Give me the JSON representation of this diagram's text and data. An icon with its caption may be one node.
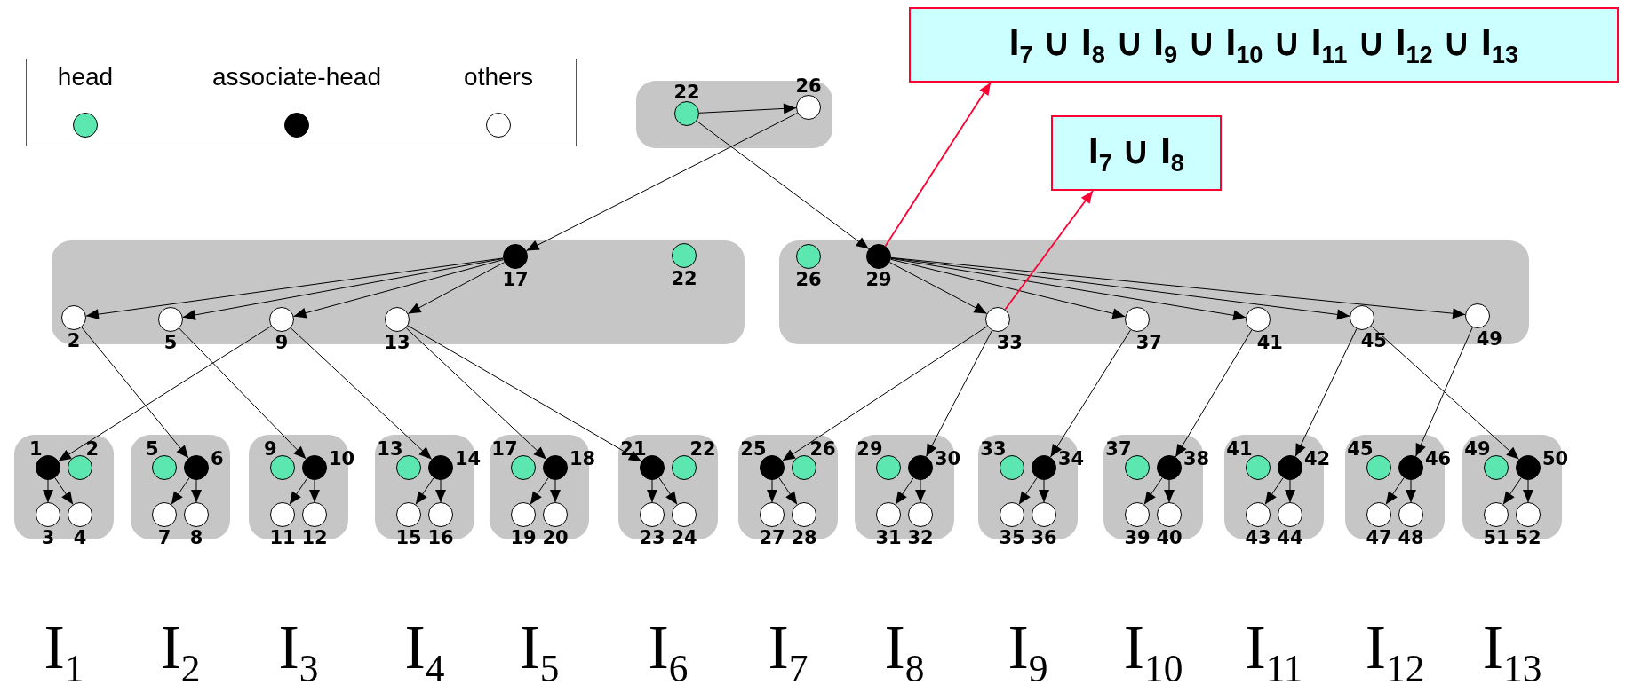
{
  "diagram": {
    "nodes": [
      {
        "text": [],
        "shape": "box"
      },
      {
        "text": [],
        "shape": "circle",
        "beside": [
          "22"
        ],
        "in": 0
      },
      {
        "text": [],
        "shape": "circle",
        "beside": [
          "26"
        ],
        "in": 0
      },
      {
        "text": [],
        "shape": "box"
      },
      {
        "text": [],
        "shape": "circle",
        "beside": [
          "17"
        ],
        "in": 3
      },
      {
        "text": [],
        "shape": "circle",
        "beside": [
          "22"
        ],
        "in": 3
      },
      {
        "text": [],
        "shape": "circle",
        "beside": [
          "2"
        ],
        "in": 3
      },
      {
        "text": [],
        "shape": "circle",
        "beside": [
          "5"
        ],
        "in": 3
      },
      {
        "text": [],
        "shape": "circle",
        "beside": [
          "9"
        ],
        "in": 3
      },
      {
        "text": [],
        "shape": "circle",
        "beside": [
          "13"
        ],
        "in": 3
      },
      {
        "text": [],
        "shape": "box"
      },
      {
        "text": [],
        "shape": "circle",
        "beside": [
          "26"
        ],
        "in": 10
      },
      {
        "text": [],
        "shape": "circle",
        "beside": [
          "29"
        ],
        "in": 10
      },
      {
        "text": [],
        "shape": "circle",
        "beside": [
          "33"
        ],
        "in": 10
      },
      {
        "text": [],
        "shape": "circle",
        "beside": [
          "37"
        ],
        "in": 10
      },
      {
        "text": [],
        "shape": "circle",
        "beside": [
          "41"
        ],
        "in": 10
      },
      {
        "text": [],
        "shape": "circle",
        "beside": [
          "45"
        ],
        "in": 10
      },
      {
        "text": [],
        "shape": "circle",
        "beside": [
          "49"
        ],
        "in": 10
      },
      {
        "text": [],
        "shape": "box"
      },
      {
        "text": [],
        "shape": "circle",
        "beside": [
          "1"
        ],
        "in": 18
      },
      {
        "text": [],
        "shape": "circle",
        "beside": [
          "2"
        ],
        "in": 18
      },
      {
        "text": [],
        "shape": "circle",
        "beside": [
          "3"
        ],
        "in": 18
      },
      {
        "text": [],
        "shape": "circle",
        "beside": [
          "4"
        ],
        "in": 18
      },
      {
        "text": [],
        "shape": "box"
      },
      {
        "text": [],
        "shape": "circle",
        "beside": [
          "5"
        ],
        "in": 23
      },
      {
        "text": [],
        "shape": "circle",
        "beside": [
          "6"
        ],
        "in": 23
      },
      {
        "text": [],
        "shape": "circle",
        "beside": [
          "7"
        ],
        "in": 23
      },
      {
        "text": [],
        "shape": "circle",
        "beside": [
          "8"
        ],
        "in": 23
      },
      {
        "text": [],
        "shape": "box"
      },
      {
        "text": [],
        "shape": "circle",
        "beside": [
          "9"
        ],
        "in": 28
      },
      {
        "text": [],
        "shape": "circle",
        "beside": [
          "10"
        ],
        "in": 28
      },
      {
        "text": [],
        "shape": "circle",
        "beside": [
          "11"
        ],
        "in": 28
      },
      {
        "text": [],
        "shape": "circle",
        "beside": [
          "12"
        ],
        "in": 28
      },
      {
        "text": [],
        "shape": "box"
      },
      {
        "text": [],
        "shape": "circle",
        "beside": [
          "13"
        ],
        "in": 33
      },
      {
        "text": [],
        "shape": "circle",
        "beside": [
          "14"
        ],
        "in": 33
      },
      {
        "text": [],
        "shape": "circle",
        "beside": [
          "15"
        ],
        "in": 33
      },
      {
        "text": [],
        "shape": "circle",
        "beside": [
          "16"
        ],
        "in": 33
      },
      {
        "text": [],
        "shape": "box"
      },
      {
        "text": [],
        "shape": "circle",
        "beside": [
          "17"
        ],
        "in": 38
      },
      {
        "text": [],
        "shape": "circle",
        "beside": [
          "18"
        ],
        "in": 38
      },
      {
        "text": [],
        "shape": "circle",
        "beside": [
          "19"
        ],
        "in": 38
      },
      {
        "text": [],
        "shape": "circle",
        "beside": [
          "20"
        ],
        "in": 38
      },
      {
        "text": [],
        "shape": "box"
      },
      {
        "text": [],
        "shape": "circle",
        "beside": [
          "21"
        ],
        "in": 43
      },
      {
        "text": [],
        "shape": "circle",
        "beside": [
          "22"
        ],
        "in": 43
      },
      {
        "text": [],
        "shape": "circle",
        "beside": [
          "23"
        ],
        "in": 43
      },
      {
        "text": [],
        "shape": "circle",
        "beside": [
          "24"
        ],
        "in": 43
      },
      {
        "text": [],
        "shape": "box"
      },
      {
        "text": [],
        "shape": "circle",
        "beside": [
          "25"
        ],
        "in": 48
      },
      {
        "text": [],
        "shape": "circle",
        "beside": [
          "26"
        ],
        "in": 48
      },
      {
        "text": [],
        "shape": "circle",
        "beside": [
          "27"
        ],
        "in": 48
      },
      {
        "text": [],
        "shape": "circle",
        "beside": [
          "28"
        ],
        "in": 48
      },
      {
        "text": [],
        "shape": "box"
      },
      {
        "text": [],
        "shape": "circle",
        "beside": [
          "29"
        ],
        "in": 53
      },
      {
        "text": [],
        "shape": "circle",
        "beside": [
          "30"
        ],
        "in": 53
      },
      {
        "text": [],
        "shape": "circle",
        "beside": [
          "31"
        ],
        "in": 53
      },
      {
        "text": [],
        "shape": "circle",
        "beside": [
          "32"
        ],
        "in": 53
      },
      {
        "text": [],
        "shape": "box"
      },
      {
        "text": [],
        "shape": "circle",
        "beside": [
          "33"
        ],
        "in": 58
      },
      {
        "text": [],
        "shape": "circle",
        "beside": [
          "34"
        ],
        "in": 58
      },
      {
        "text": [],
        "shape": "circle",
        "beside": [
          "35"
        ],
        "in": 58
      },
      {
        "text": [],
        "shape": "circle",
        "beside": [
          "36"
        ],
        "in": 58
      },
      {
        "text": [],
        "shape": "box"
      },
      {
        "text": [],
        "shape": "circle",
        "beside": [
          "37"
        ],
        "in": 63
      },
      {
        "text": [],
        "shape": "circle",
        "beside": [
          "38"
        ],
        "in": 63
      },
      {
        "text": [],
        "shape": "circle",
        "beside": [
          "39"
        ],
        "in": 63
      },
      {
        "text": [],
        "shape": "circle",
        "beside": [
          "40"
        ],
        "in": 63
      },
      {
        "text": [],
        "shape": "box"
      },
      {
        "text": [],
        "shape": "circle",
        "beside": [
          "41"
        ],
        "in": 68
      },
      {
        "text": [],
        "shape": "circle",
        "beside": [
          "42"
        ],
        "in": 68
      },
      {
        "text": [],
        "shape": "circle",
        "beside": [
          "43"
        ],
        "in": 68
      },
      {
        "text": [],
        "shape": "circle",
        "beside": [
          "44"
        ],
        "in": 68
      },
      {
        "text": [],
        "shape": "box"
      },
      {
        "text": [],
        "shape": "circle",
        "beside": [
          "45"
        ],
        "in": 73
      },
      {
        "text": [],
        "shape": "circle",
        "beside": [
          "46"
        ],
        "in": 73
      },
      {
        "text": [],
        "shape": "circle",
        "beside": [
          "47"
        ],
        "in": 73
      },
      {
        "text": [],
        "shape": "circle",
        "beside": [
          "48"
        ],
        "in": 73
      },
      {
        "text": [],
        "shape": "box"
      },
      {
        "text": [],
        "shape": "circle",
        "beside": [
          "49"
        ],
        "in": 78
      },
      {
        "text": [],
        "shape": "circle",
        "beside": [
          "50"
        ],
        "in": 78
      },
      {
        "text": [],
        "shape": "circle",
        "beside": [
          "51"
        ],
        "in": 78
      },
      {
        "text": [],
        "shape": "circle",
        "beside": [
          "52"
        ],
        "in": 78
      },
      {
        "text": [
          "I$_{7}$ ∪ I$_{8}$ ∪ I$_{9}$ ∪ I$_{10}$ ∪ I$_{11}$ ∪ I$_{12}$ ∪ I$_{13}$"
        ]
      },
      {
        "text": [
          "I$_{7}$ ∪ I$_{8}$"
        ]
      }
    ],
    "edges": [
      {
        "from": 1,
        "to": 2,
        "arrow": "to"
      },
      {
        "from": 2,
        "to": 4,
        "arrow": "to"
      },
      {
        "from": 1,
        "to": 12,
        "arrow": "to"
      },
      {
        "from": 4,
        "to": 6,
        "arrow": "to"
      },
      {
        "from": 4,
        "to": 7,
        "arrow": "to"
      },
      {
        "from": 4,
        "to": 8,
        "arrow": "to"
      },
      {
        "from": 4,
        "to": 9,
        "arrow": "to"
      },
      {
        "from": 12,
        "to": 13,
        "arrow": "to"
      },
      {
        "from": 12,
        "to": 14,
        "arrow": "to"
      },
      {
        "from": 12,
        "to": 15,
        "arrow": "to"
      },
      {
        "from": 12,
        "to": 16,
        "arrow": "to"
      },
      {
        "from": 12,
        "to": 17,
        "arrow": "to"
      },
      {
        "from": 6,
        "to": 25,
        "arrow": "to"
      },
      {
        "from": 7,
        "to": 30,
        "arrow": "to"
      },
      {
        "from": 8,
        "to": 19,
        "arrow": "to"
      },
      {
        "from": 8,
        "to": 35,
        "arrow": "to"
      },
      {
        "from": 9,
        "to": 40,
        "arrow": "to"
      },
      {
        "from": 9,
        "to": 44,
        "arrow": "to"
      },
      {
        "from": 13,
        "to": 49,
        "arrow": "to"
      },
      {
        "from": 13,
        "to": 55,
        "arrow": "to"
      },
      {
        "from": 14,
        "to": 60,
        "arrow": "to"
      },
      {
        "from": 15,
        "to": 65,
        "arrow": "to"
      },
      {
        "from": 16,
        "to": 70,
        "arrow": "to"
      },
      {
        "from": 16,
        "to": 80,
        "arrow": "to"
      },
      {
        "from": 17,
        "to": 75,
        "arrow": "to"
      },
      {
        "from": 19,
        "to": 21,
        "arrow": "to"
      },
      {
        "from": 19,
        "to": 22,
        "arrow": "to"
      },
      {
        "from": 25,
        "to": 26,
        "arrow": "to"
      },
      {
        "from": 25,
        "to": 27,
        "arrow": "to"
      },
      {
        "from": 30,
        "to": 31,
        "arrow": "to"
      },
      {
        "from": 30,
        "to": 32,
        "arrow": "to"
      },
      {
        "from": 35,
        "to": 36,
        "arrow": "to"
      },
      {
        "from": 35,
        "to": 37,
        "arrow": "to"
      },
      {
        "from": 40,
        "to": 41,
        "arrow": "to"
      },
      {
        "from": 40,
        "to": 42,
        "arrow": "to"
      },
      {
        "from": 44,
        "to": 46,
        "arrow": "to"
      },
      {
        "from": 44,
        "to": 47,
        "arrow": "to"
      },
      {
        "from": 49,
        "to": 51,
        "arrow": "to"
      },
      {
        "from": 49,
        "to": 52,
        "arrow": "to"
      },
      {
        "from": 55,
        "to": 56,
        "arrow": "to"
      },
      {
        "from": 55,
        "to": 57,
        "arrow": "to"
      },
      {
        "from": 60,
        "to": 61,
        "arrow": "to"
      },
      {
        "from": 60,
        "to": 62,
        "arrow": "to"
      },
      {
        "from": 65,
        "to": 66,
        "arrow": "to"
      },
      {
        "from": 65,
        "to": 67,
        "arrow": "to"
      },
      {
        "from": 70,
        "to": 71,
        "arrow": "to"
      },
      {
        "from": 70,
        "to": 72,
        "arrow": "to"
      },
      {
        "from": 75,
        "to": 76,
        "arrow": "to"
      },
      {
        "from": 75,
        "to": 77,
        "arrow": "to"
      },
      {
        "from": 80,
        "to": 81,
        "arrow": "to"
      },
      {
        "from": 80,
        "to": 82,
        "arrow": "to"
      },
      {
        "from": 12,
        "to": 83,
        "arrow": "to",
        "color": "#ff0033"
      },
      {
        "from": 13,
        "to": 84,
        "arrow": "to",
        "color": "#ff0033"
      }
    ],
    "labels": [
      "I$_{1}$",
      "I$_{2}$",
      "I$_{3}$",
      "I$_{4}$",
      "I$_{5}$",
      "I$_{6}$",
      "I$_{7}$",
      "I$_{8}$",
      "I$_{9}$",
      "I$_{10}$",
      "I$_{11}$",
      "I$_{12}$",
      "I$_{13}$"
    ],
    "legend": [
      {
        "text": "head",
        "color": "#5ce6b0"
      },
      {
        "text": "associate-head",
        "color": "#000000"
      },
      {
        "text": "others",
        "color": "#ffffff"
      }
    ]
  }
}
